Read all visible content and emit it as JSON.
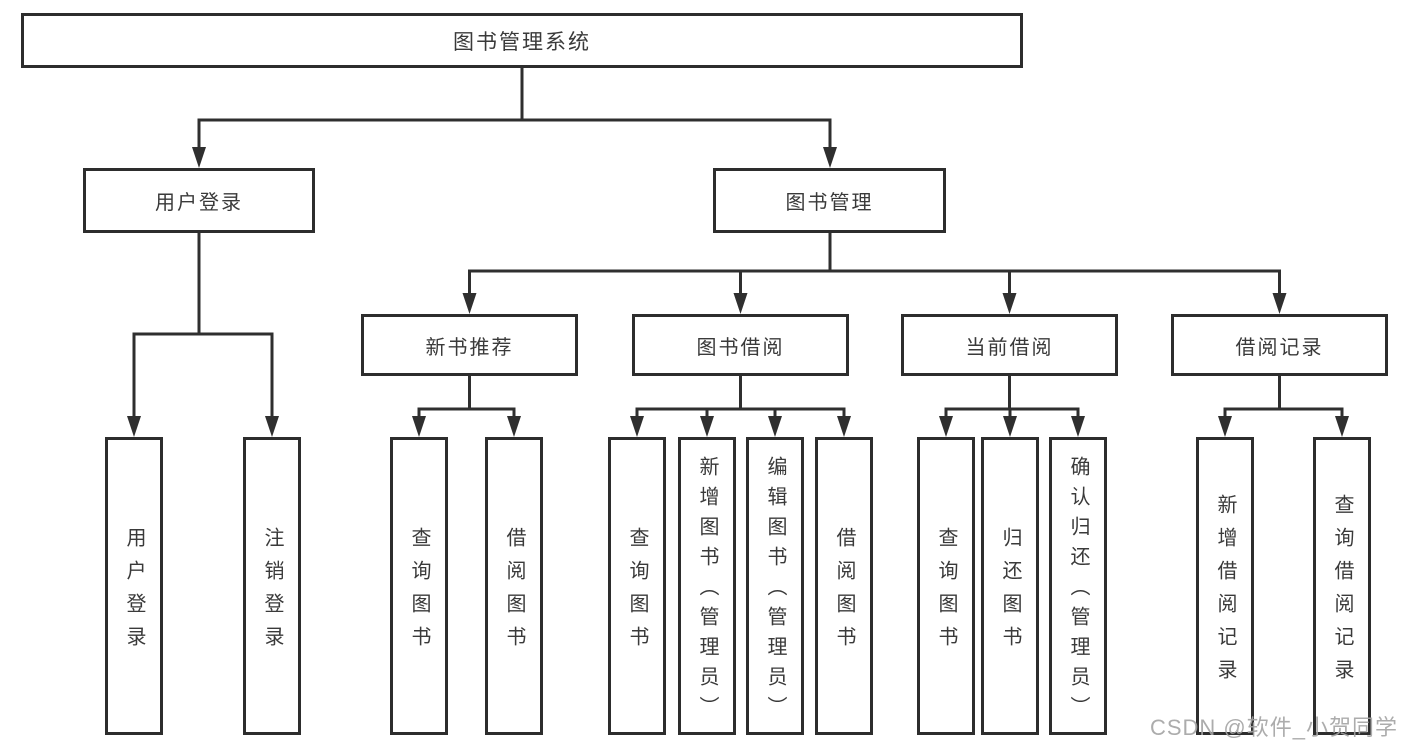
{
  "diagram": {
    "title": "图书管理系统",
    "root": {
      "label": "图书管理系统"
    },
    "level2": [
      {
        "label": "用户登录",
        "parent": "图书管理系统"
      },
      {
        "label": "图书管理",
        "parent": "图书管理系统"
      }
    ],
    "level3": [
      {
        "label": "新书推荐",
        "parent": "图书管理"
      },
      {
        "label": "图书借阅",
        "parent": "图书管理"
      },
      {
        "label": "当前借阅",
        "parent": "图书管理"
      },
      {
        "label": "借阅记录",
        "parent": "图书管理"
      }
    ],
    "leaves": [
      {
        "label": "用户登录",
        "parent": "用户登录"
      },
      {
        "label": "注销登录",
        "parent": "用户登录"
      },
      {
        "label": "查询图书",
        "parent": "新书推荐"
      },
      {
        "label": "借阅图书",
        "parent": "新书推荐"
      },
      {
        "label": "查询图书",
        "parent": "图书借阅"
      },
      {
        "label": "新增图书（管理员）",
        "parent": "图书借阅"
      },
      {
        "label": "编辑图书（管理员）",
        "parent": "图书借阅"
      },
      {
        "label": "借阅图书",
        "parent": "图书借阅"
      },
      {
        "label": "查询图书",
        "parent": "当前借阅"
      },
      {
        "label": "归还图书",
        "parent": "当前借阅"
      },
      {
        "label": "确认归还（管理员）",
        "parent": "当前借阅"
      },
      {
        "label": "新增借阅记录",
        "parent": "借阅记录"
      },
      {
        "label": "查询借阅记录",
        "parent": "借阅记录"
      }
    ]
  },
  "watermark": "CSDN @软件_小贺同学",
  "colors": {
    "line": "#2f2f2f",
    "border": "#2d2d2d",
    "text": "#3a3a3a",
    "watermark": "#a3a3a3",
    "background": "#ffffff"
  }
}
